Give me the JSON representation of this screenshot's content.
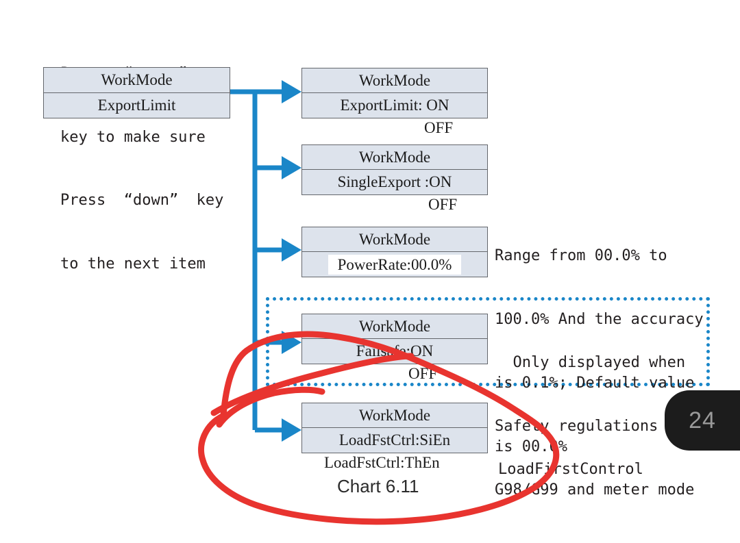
{
  "document": {
    "page_number": "24",
    "caption": "Chart 6.11"
  },
  "instructions": [
    {
      "name": "enter-key-instruction",
      "line1": "Press  “enter”",
      "line2": "key to make sure"
    },
    {
      "name": "down-key-instruction",
      "line1": "Press  “down”  key",
      "line2": "to the next item"
    }
  ],
  "root_menu": {
    "title": "WorkMode",
    "item": "ExportLimit"
  },
  "menu_items": [
    {
      "id": "export-limit",
      "title": "WorkMode",
      "value": "ExportLimit: ON",
      "alt_value": "OFF",
      "highlighted": false
    },
    {
      "id": "single-export",
      "title": "WorkMode",
      "value": "SingleExport :ON",
      "alt_value": "OFF",
      "highlighted": false
    },
    {
      "id": "power-rate",
      "title": "WorkMode",
      "value": "PowerRate:00.0%",
      "alt_value": "",
      "highlighted": true
    },
    {
      "id": "failsafe",
      "title": "WorkMode",
      "value": "Failsafe:ON",
      "alt_value": "OFF",
      "highlighted": false
    },
    {
      "id": "load-first-control",
      "title": "WorkMode",
      "value": "LoadFstCtrl:SiEn",
      "alt_value": "LoadFstCtrl:ThEn",
      "highlighted": false
    }
  ],
  "annotations": [
    {
      "id": "power-rate-note",
      "line1": "Range from 00.0% to",
      "line2": "100.0% And the accuracy",
      "line3": "is 0.1%; Default value",
      "line4": "is 00.0%"
    },
    {
      "id": "failsafe-note",
      "line1": "  Only displayed when",
      "line2": "Safety regulations are",
      "line3": "G98/G99 and meter mode"
    },
    {
      "id": "load-first-control-label",
      "line1": "LoadFirstControl"
    }
  ],
  "colors": {
    "box_fill": "#dde3ec",
    "box_border": "#63666b",
    "connector": "#1a86c8",
    "dashed_callout": "#1a86c8",
    "scribble": "#e8342f",
    "badge_bg": "#1c1c1c",
    "badge_text": "#9a9a9a"
  }
}
